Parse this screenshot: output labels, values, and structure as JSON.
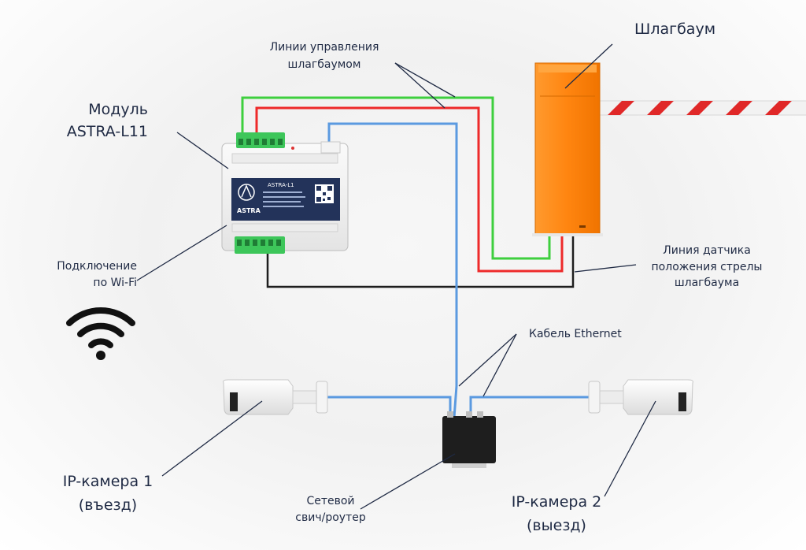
{
  "labels": {
    "control_lines": [
      "Линии управления",
      "шлагбаумом"
    ],
    "barrier": "Шлагбаум",
    "module": [
      "Модуль",
      "ASTRA-L11"
    ],
    "wifi": [
      "Подключение",
      "по Wi-Fi"
    ],
    "sensor_line": [
      "Линия датчика",
      "положения стрелы",
      "шлагбаума"
    ],
    "ethernet": "Кабель Ethernet",
    "camera1": [
      "IP-камера 1",
      "(въезд)"
    ],
    "camera2": [
      "IP-камера 2",
      "(выезд)"
    ],
    "switch": [
      "Сетевой",
      "свич/роутер"
    ]
  },
  "device": {
    "model": "ASTRA-L1",
    "brand": "ASTRA"
  },
  "colors": {
    "wire_green": "#3ecf3e",
    "wire_red": "#ee2a2a",
    "wire_blue": "#5b9ae0",
    "wire_black": "#1e1e1e",
    "barrier_orange": "#ff8a14",
    "arm_red": "#e02828",
    "text": "#1f2a44"
  },
  "icons": [
    "wifi-icon",
    "camera-icon",
    "switch-icon",
    "barrier-icon",
    "module-icon"
  ]
}
